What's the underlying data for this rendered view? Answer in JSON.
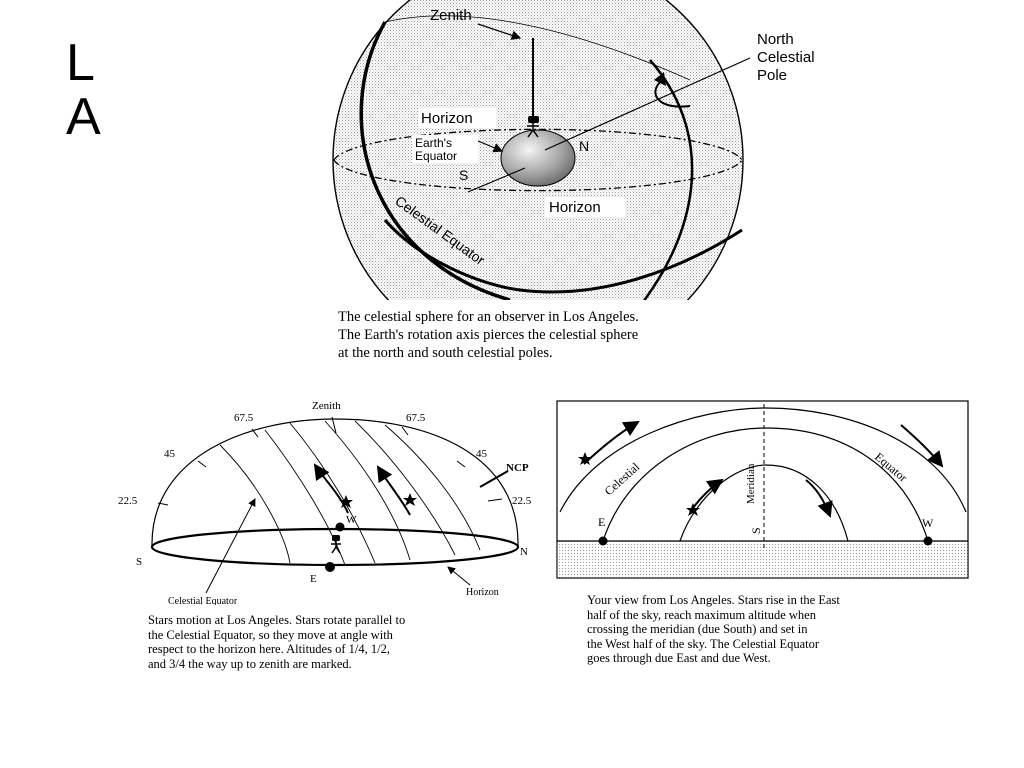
{
  "slide": {
    "title_line1": "L",
    "title_line2": "A"
  },
  "top_diagram": {
    "zenith": "Zenith",
    "ncp_line1": "North",
    "ncp_line2": "Celestial",
    "ncp_line3": "Pole",
    "horizon_upper": "Horizon",
    "horizon_lower": "Horizon",
    "earth_equator_line1": "Earth's",
    "earth_equator_line2": "Equator",
    "n_label": "N",
    "s_label": "S",
    "celestial_equator": "Celestial Equator",
    "caption": [
      "The celestial sphere for an observer in Los Angeles.",
      "The Earth's rotation axis pierces the celestial sphere",
      "at the north and south celestial poles."
    ]
  },
  "left_diagram": {
    "zenith": "Zenith",
    "alt_675_left": "67.5",
    "alt_675_right": "67.5",
    "alt_45_left": "45",
    "alt_45_right": "45",
    "alt_225_left": "22.5",
    "alt_225_right": "22.5",
    "ncp": "NCP",
    "w": "W",
    "e": "E",
    "s": "S",
    "n": "N",
    "celestial_equator": "Celestial Equator",
    "horizon": "Horizon",
    "caption": [
      "Stars motion at Los Angeles. Stars rotate parallel to",
      "the Celestial Equator, so they move at angle with",
      "respect to the horizon here. Altitudes of 1/4, 1/2,",
      "and 3/4 the way up to zenith are marked."
    ]
  },
  "right_diagram": {
    "celestial": "Celestial",
    "equator": "Equator",
    "meridian": "Meridian",
    "e": "E",
    "w": "W",
    "s": "S",
    "caption": [
      "Your view from Los Angeles. Stars rise in the East",
      "half of the sky, reach maximum altitude when",
      "crossing the meridian (due South) and set in",
      "the West half of the sky. The Celestial Equator",
      "goes through due East and due West."
    ]
  }
}
